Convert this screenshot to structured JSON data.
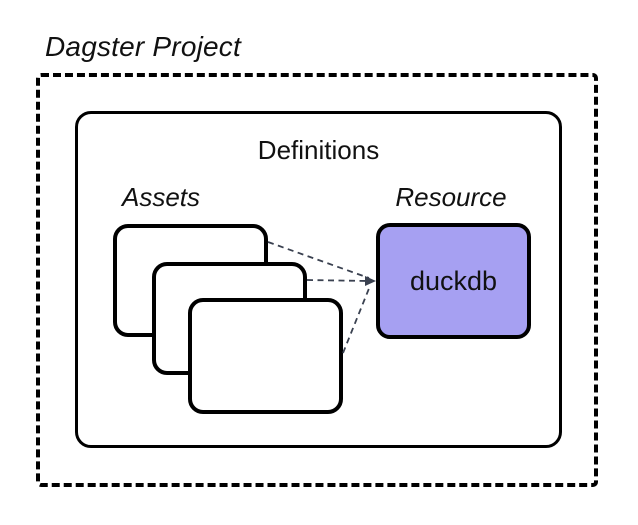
{
  "diagram": {
    "title": "Dagster Project",
    "definitions_label": "Definitions",
    "assets_label": "Assets",
    "resource_label": "Resource",
    "resource_node_label": "duckdb",
    "asset_card_count": 3,
    "colors": {
      "resource_fill": "#a6a0f2",
      "outline": "#000000",
      "connector": "#3a4150",
      "background": "#ffffff",
      "text": "#111111"
    }
  }
}
